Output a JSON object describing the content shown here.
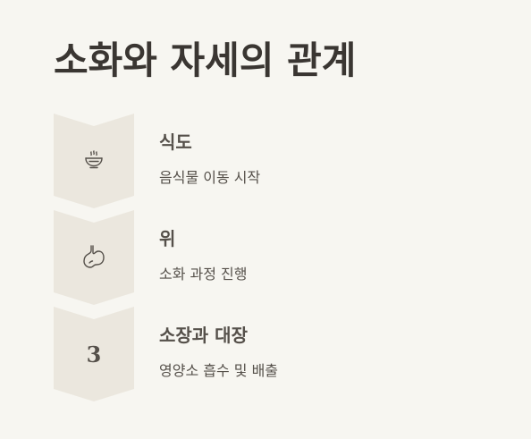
{
  "title": "소화와 자세의 관계",
  "steps": [
    {
      "icon": "bowl-icon",
      "title": "식도",
      "description": "음식물 이동 시작"
    },
    {
      "icon": "stomach-icon",
      "title": "위",
      "description": "소화 과정 진행"
    },
    {
      "number": "3",
      "title": "소장과 대장",
      "description": "영양소 흡수 및 배출"
    }
  ],
  "colors": {
    "background": "#f7f6f1",
    "chevron": "#ebe7de",
    "title": "#3a3632",
    "text": "#55504a"
  }
}
